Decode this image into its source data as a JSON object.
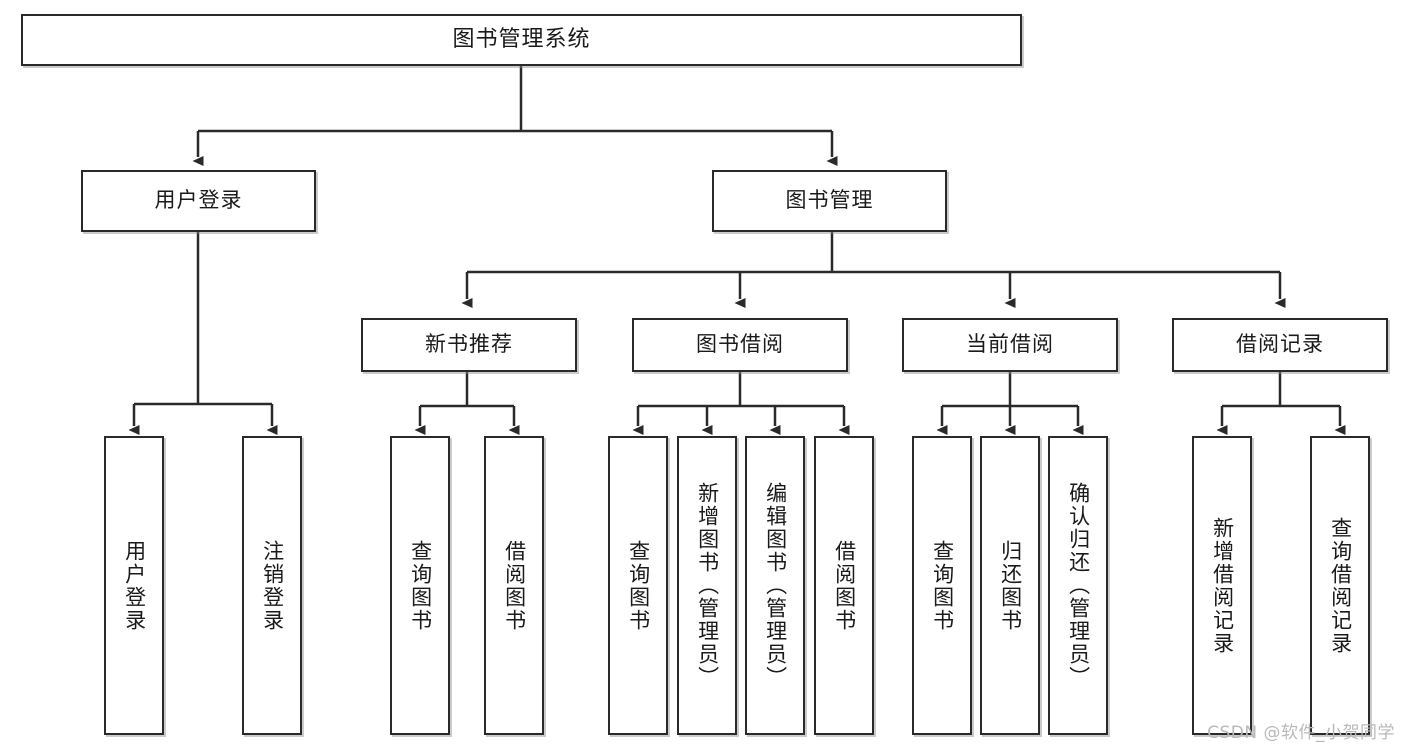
{
  "diagram": {
    "type": "tree-hierarchy-chart",
    "title": "图书管理系统",
    "orientation": "top-down",
    "watermark": "CSDN @软件_小贺同学",
    "colors": {
      "box_border": "#2a2a2a",
      "box_fill": "#ffffff",
      "edge": "#2a2a2a",
      "text": "#1a1a1a",
      "watermark": "#b9b9b9",
      "background": "#ffffff"
    },
    "nodes": {
      "root": {
        "label": "图书管理系统"
      },
      "level2": [
        {
          "id": "user-login",
          "label": "用户登录"
        },
        {
          "id": "book-manage",
          "label": "图书管理"
        }
      ],
      "level3": [
        {
          "id": "new-book-recommend",
          "label": "新书推荐"
        },
        {
          "id": "book-borrow",
          "label": "图书借阅"
        },
        {
          "id": "current-borrow",
          "label": "当前借阅"
        },
        {
          "id": "borrow-record",
          "label": "借阅记录"
        }
      ],
      "leaves": {
        "user_login": [
          {
            "id": "leaf-user-login",
            "label": "用户登录"
          },
          {
            "id": "leaf-logout-login",
            "label": "注销登录"
          }
        ],
        "new_book_recommend": [
          {
            "id": "leaf-query-book-1",
            "label": "查询图书"
          },
          {
            "id": "leaf-borrow-book-1",
            "label": "借阅图书"
          }
        ],
        "book_borrow": [
          {
            "id": "leaf-query-book-2",
            "label": "查询图书"
          },
          {
            "id": "leaf-add-book",
            "label": "新增图书（管理员）"
          },
          {
            "id": "leaf-edit-book",
            "label": "编辑图书（管理员）"
          },
          {
            "id": "leaf-borrow-book-2",
            "label": "借阅图书"
          }
        ],
        "current_borrow": [
          {
            "id": "leaf-query-book-3",
            "label": "查询图书"
          },
          {
            "id": "leaf-return-book",
            "label": "归还图书"
          },
          {
            "id": "leaf-confirm-return",
            "label": "确认归还（管理员）"
          }
        ],
        "borrow_record": [
          {
            "id": "leaf-add-record",
            "label": "新增借阅记录"
          },
          {
            "id": "leaf-query-record",
            "label": "查询借阅记录"
          }
        ]
      }
    }
  }
}
